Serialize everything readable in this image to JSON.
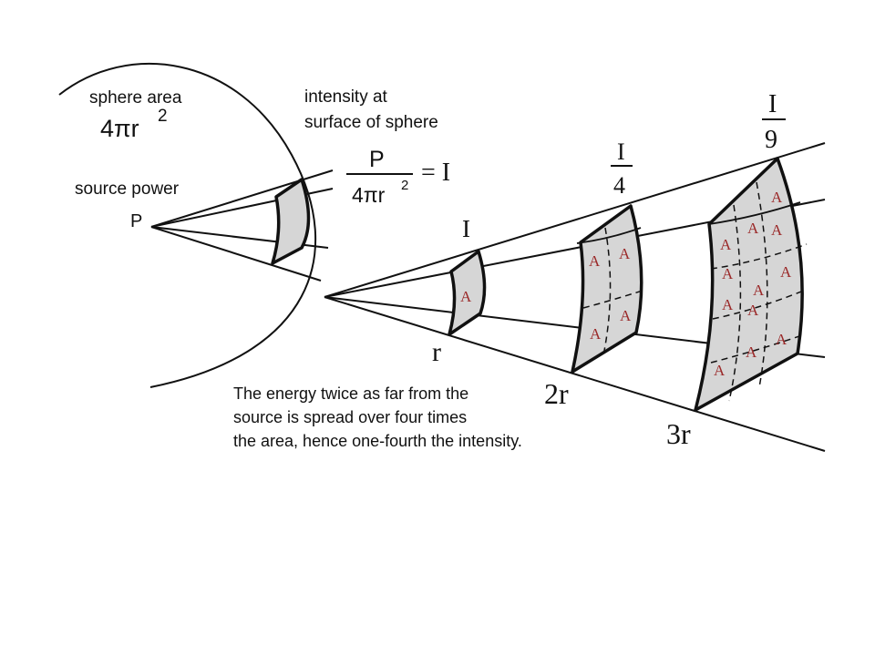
{
  "labels": {
    "sphere_area": "sphere area",
    "sphere_area_formula": "4πr",
    "sphere_area_exp": "2",
    "source_power": "source power",
    "source_point": "P",
    "intensity_line1": "intensity at",
    "intensity_line2": "surface of sphere",
    "formula_numerator": "P",
    "formula_denominator": "4πr",
    "formula_denominator_exp": "2",
    "formula_result": "= I",
    "intensity_r": "I",
    "intensity_2r_num": "I",
    "intensity_2r_den": "4",
    "intensity_3r_num": "I",
    "intensity_3r_den": "9",
    "distance_r": "r",
    "distance_2r": "2r",
    "distance_3r": "3r",
    "area_cell": "A",
    "caption_line1": "The energy twice as far from the",
    "caption_line2": "source is spread over four times",
    "caption_line3": "the area, hence one-fourth the intensity."
  },
  "colors": {
    "patch_fill": "#d6d6d6",
    "area_label": "#9b2a2a",
    "ink": "#111111"
  }
}
